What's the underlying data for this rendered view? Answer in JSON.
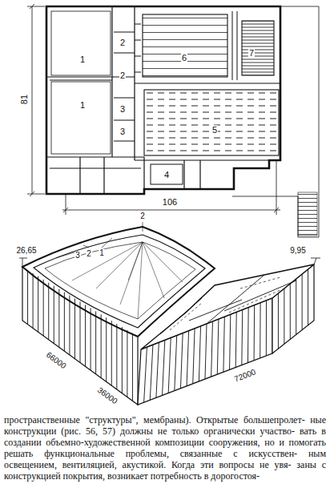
{
  "diagram": {
    "labels": [
      "1",
      "2",
      "2",
      "6",
      "7",
      "1",
      "3",
      "3",
      "5",
      "4",
      "81",
      "106",
      "26,65",
      "3",
      "2",
      "1",
      "2",
      "9,95",
      "66000",
      "36000",
      "72000",
      "пространственные \"структуры\", мембраны). Открытые большепролет- ные конструкции (рис. 56, 57) должны не только органически участво- вать в создании объемно-художественной композиции сооружения, но и помогать решать функциональные проблемы, связанные с искусствен- ным освещением, вентиляцией, акустикой. Когда эти вопросы не увя- заны с конструкцией покрытия, возникает потребность в дорогостоя-"
    ]
  }
}
